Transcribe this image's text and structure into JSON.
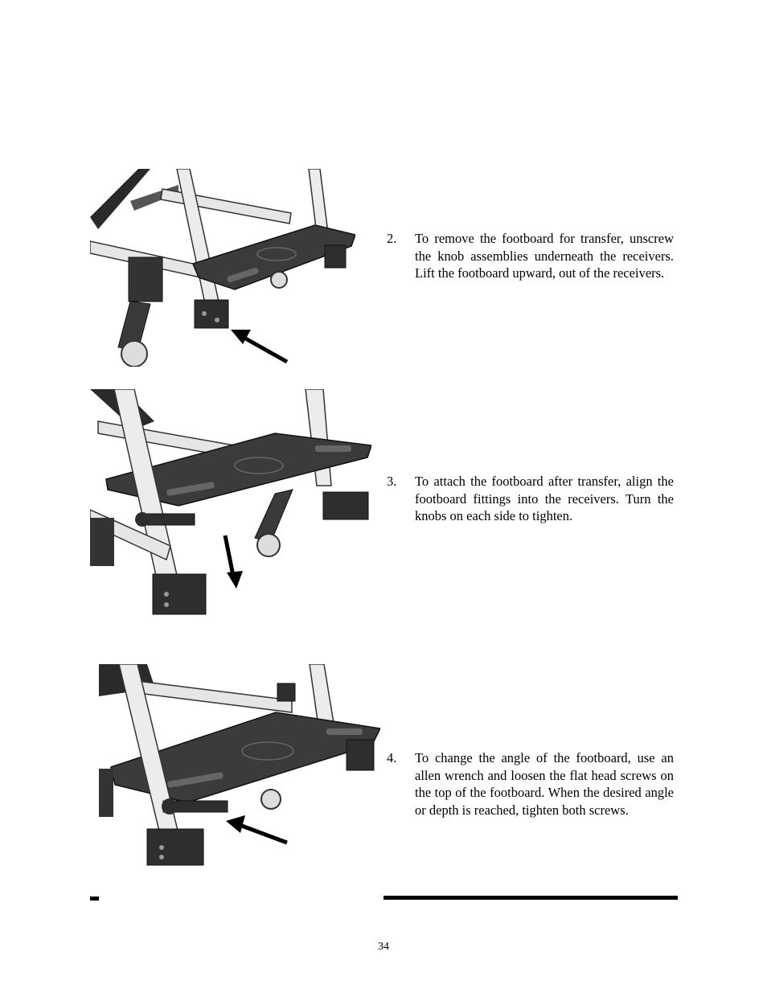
{
  "steps": [
    {
      "number": "2.",
      "text": "To remove the footboard for transfer, unscrew the knob assemblies underneath the receivers. Lift the footboard upward, out of the receivers."
    },
    {
      "number": "3.",
      "text": "To attach the footboard after transfer, align the footboard fittings into the receivers. Turn the knobs on each side to tighten."
    },
    {
      "number": "4.",
      "text": "To change the angle of the footboard, use an allen wrench and loosen the flat head screws on the top of the footboard. When the desired angle or depth is reached, tighten both screws."
    }
  ],
  "page_number": "34"
}
